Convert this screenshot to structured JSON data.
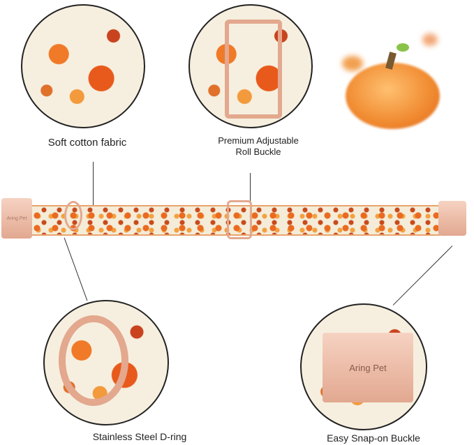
{
  "brand": "Aring Pet",
  "callouts": [
    {
      "label": "Soft cotton fabric"
    },
    {
      "label_line1": "Premium Adjustable",
      "label_line2": "Roll Buckle"
    },
    {
      "label": "Stainless Steel D-ring"
    },
    {
      "label": "Easy Snap-on Buckle"
    }
  ],
  "colors": {
    "fabric": "#f4ecd8",
    "pumpkin": "#ea6a20",
    "hardware": "#e8b4a0"
  }
}
